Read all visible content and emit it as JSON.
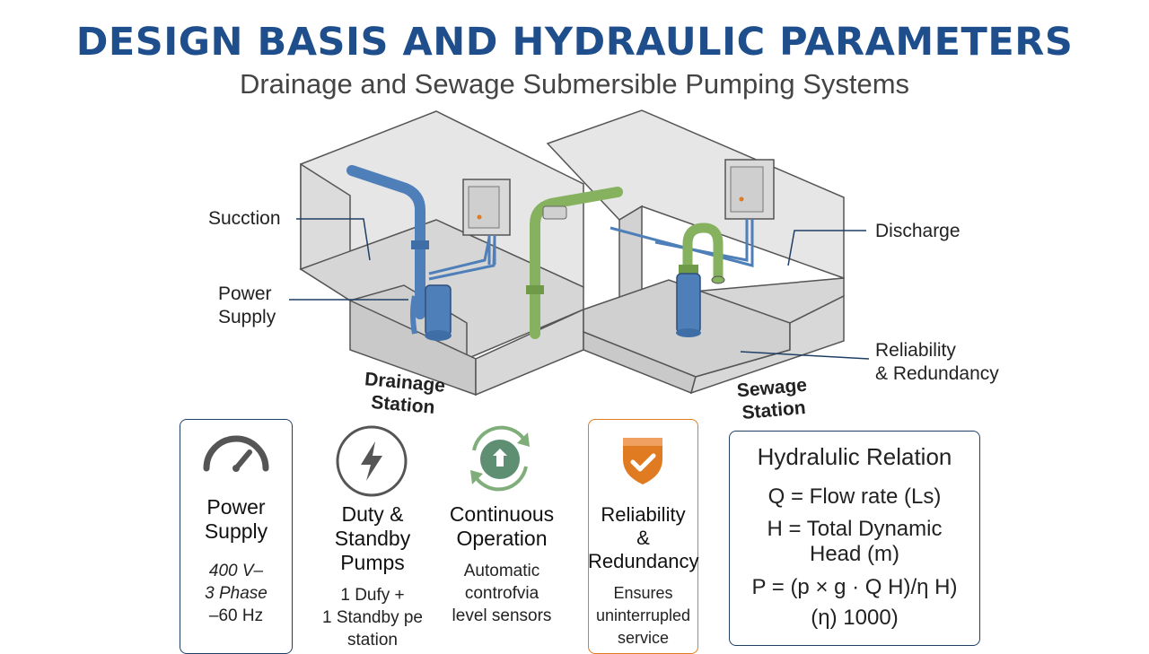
{
  "header": {
    "title": "DESIGN BASIS AND HYDRAULIC PARAMETERS",
    "subtitle": "Drainage and Sewage Submersible Pumping Systems"
  },
  "diagram": {
    "callouts": {
      "sucction": "Sucction",
      "power_supply_line1": "Power",
      "power_supply_line2": "Supply",
      "discharge": "Discharge",
      "reliability_line1": "Reliability",
      "reliability_line2": "& Redundancy"
    },
    "stations": {
      "drainage_line1": "Drainage",
      "drainage_line2": "Station",
      "sewage_line1": "Sewage",
      "sewage_line2": "Station"
    },
    "colors": {
      "pipe_blue": "#4f7fb8",
      "pipe_green": "#86b15f",
      "wall_light": "#e6e6e6",
      "wall_mid": "#d4d4d4",
      "outline": "#555555"
    }
  },
  "cards": {
    "power": {
      "icon": "gauge-icon",
      "title_line1": "Power",
      "title_line2": "Supply",
      "body_line1": "400 V–",
      "body_line2": "3 Phase",
      "body_line3": "–60 Hz"
    },
    "duty": {
      "icon": "lightning-icon",
      "title_line1": "Duty &",
      "title_line2": "Standby",
      "title_line3": "Pumps",
      "body_line1": "1 Dufy +",
      "body_line2": "1 Standby pe",
      "body_line3": "station"
    },
    "continuous": {
      "icon": "cycle-icon",
      "title_line1": "Continuous",
      "title_line2": "Operation",
      "body_line1": "Automatic",
      "body_line2": "controfvia",
      "body_line3": "level sensors"
    },
    "reliability": {
      "icon": "shield-check-icon",
      "accent": "#e07b22",
      "title_line1": "Reliability",
      "title_line2": "&",
      "title_line3": "Redundancy",
      "body_line1": "Ensures",
      "body_line2": "uninterrupled",
      "body_line3": "service"
    },
    "hydraulic": {
      "title": "Hydralulic Relation",
      "line1": "Q = Flow rate (Ls)",
      "line2": "H = Total Dynamic",
      "line3": "Head (m)",
      "line4": "P = (p × g · Q H)/η H)",
      "line5": "(η) 1000)"
    }
  }
}
